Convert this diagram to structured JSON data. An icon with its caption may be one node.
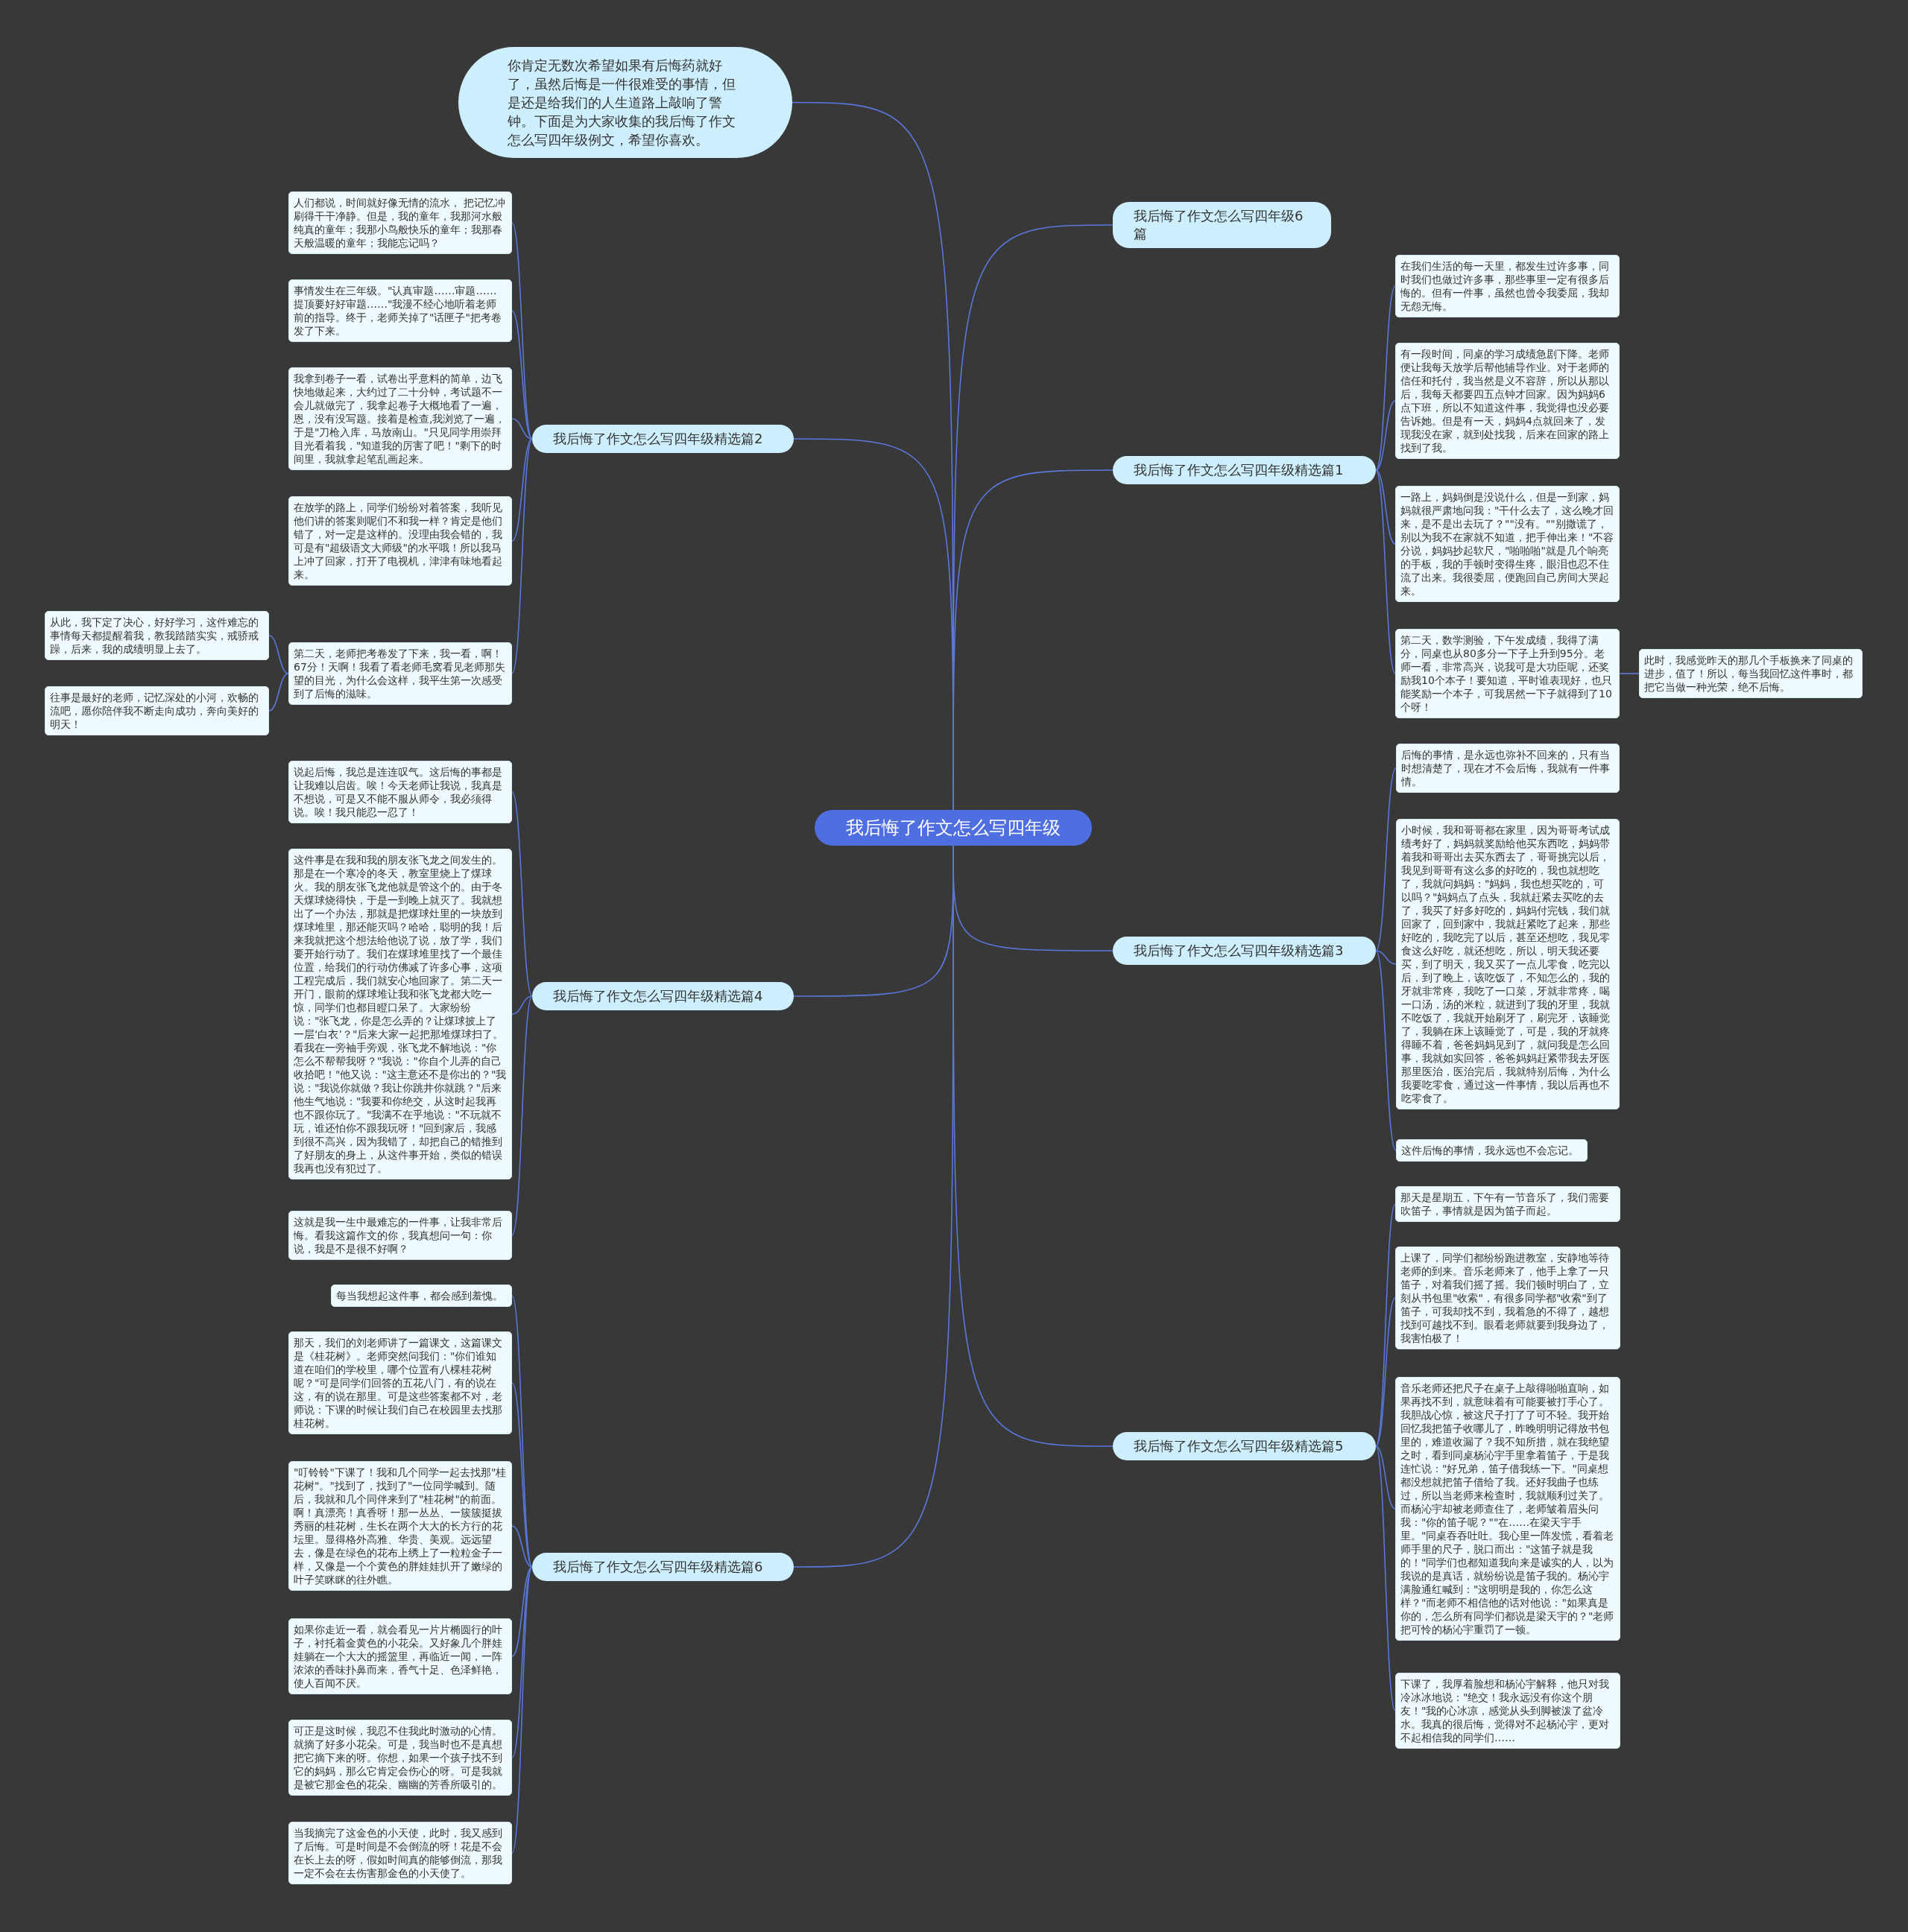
{
  "diagram": {
    "nodes": [
      {
        "text": [
          "我后悔了作文怎么写四年级"
        ]
      },
      {
        "text": [
          "你肯定无数次希望如果有后悔药就好了，虽然后悔是一件很难受的事情，但是还是给我们的人生道路上敲响了警钟。下面是为大家收集的我后悔了作文怎么写四年级例文，希望你喜欢。"
        ]
      },
      {
        "text": [
          "我后悔了作文怎么写四年级6篇"
        ]
      },
      {
        "text": [
          "我后悔了作文怎么写四年级精选篇1"
        ]
      },
      {
        "text": [
          "在我们生活的每一天里，都发生过许多事，同时我们也做过许多事，那些事里一定有很多后悔的。但有一件事，虽然也曾令我委屈，我却无怨无悔。"
        ]
      },
      {
        "text": [
          "有一段时间，同桌的学习成绩急剧下降。老师便让我每天放学后帮他辅导作业。对于老师的信任和托付，我当然是义不容辞，所以从那以后，我每天都要四五点钟才回家。因为妈妈6点下班，所以不知道这件事，我觉得也没必要告诉她。但是有一天，妈妈4点就回来了，发现我没在家，就到处找我，后来在回家的路上找到了我。"
        ]
      },
      {
        "text": [
          "一路上，妈妈倒是没说什么，但是一到家，妈妈就很严肃地问我：\"干什么去了，这么晚才回来，是不是出去玩了？\"\"没有。\"\"别撒谎了，别以为我不在家就不知道，把手伸出来！\"不容分说，妈妈抄起软尺，\"啪啪啪\"就是几个响亮的手板，我的手顿时变得生疼，眼泪也忍不住流了出来。我很委屈，便跑回自己房间大哭起来。"
        ]
      },
      {
        "text": [
          "第二天，数学测验，下午发成绩，我得了满分，同桌也从80多分一下子上升到95分。老师一看，非常高兴，说我可是大功臣呢，还奖励我10个本子！要知道，平时谁表现好，也只能奖励一个本子，可我居然一下子就得到了10个呀！"
        ]
      },
      {
        "text": [
          "此时，我感觉昨天的那几个手板换来了同桌的进步，值了！所以，每当我回忆这件事时，都把它当做一种光荣，绝不后悔。"
        ]
      },
      {
        "text": [
          "我后悔了作文怎么写四年级精选篇2"
        ]
      },
      {
        "text": [
          "人们都说，时间就好像无情的流水， 把记忆冲刷得干干净静。但是，我的童年，我那河水般纯真的童年；我那小鸟般快乐的童年；我那春天般温暖的童年；我能忘记吗？"
        ]
      },
      {
        "text": [
          "事情发生在三年级。\"认真审题……审题……提顶要好好审题……\"我漫不经心地听着老师前的指导。终于，老师关掉了\"话匣子\"把考卷发了下来。"
        ]
      },
      {
        "text": [
          "我拿到卷子一看，试卷出乎意料的简单，边飞快地做起来，大约过了二十分钟，考试题不一会儿就做完了，我拿起卷子大概地看了一遍，恩，没有没写题。接着是检查,我浏览了一遍，于是\"刀枪入库，马放南山。\"只见同学用崇拜目光看着我，\"知道我的厉害了吧！\"剩下的时间里，我就拿起笔乱画起来。"
        ]
      },
      {
        "text": [
          "在放学的路上，同学们纷纷对着答案，我听见他们讲的答案则呢们不和我一样？肯定是他们错了，对一定是这样的。没理由我会错的，我可是有\"超级语文大师级\"的水平哦！所以我马上冲了回家，打开了电视机，津津有味地看起来。"
        ]
      },
      {
        "text": [
          "第二天，老师把考卷发了下来，我一看，啊！67分！天啊！我看了看老师毛窝看见老师那失望的目光，为什么会这样，我平生第一次感受到了后悔的滋味。"
        ]
      },
      {
        "text": [
          "从此，我下定了决心，好好学习，这件难忘的事情每天都提醒着我，教我踏踏实实，戒骄戒躁，后来，我的成绩明显上去了。"
        ]
      },
      {
        "text": [
          "往事是最好的老师，记忆深处的小河，欢畅的流吧，愿你陪伴我不断走向成功，奔向美好的明天！"
        ]
      },
      {
        "text": [
          "我后悔了作文怎么写四年级精选篇3"
        ]
      },
      {
        "text": [
          "后悔的事情，是永远也弥补不回来的，只有当时想清楚了，现在才不会后悔，我就有一件事情。"
        ]
      },
      {
        "text": [
          "小时候，我和哥哥都在家里，因为哥哥考试成绩考好了，妈妈就奖励给他买东西吃，妈妈带着我和哥哥出去买东西去了，哥哥挑完以后，我见到哥哥有这么多的好吃的，我也就想吃了，我就问妈妈：\"妈妈，我也想买吃的，可以吗？\"妈妈点了点头，我就赶紧去买吃的去了，我买了好多好吃的，妈妈付完钱，我们就回家了，回到家中，我就赶紧吃了起来，那些好吃的，我吃完了以后，甚至还想吃，我见零食这么好吃，就还想吃，所以，明天我还要买，到了明天，我又买了一点儿零食，吃完以后，到了晚上，该吃饭了，不知怎么的，我的牙就非常疼，我吃了一口菜，牙就非常疼，喝一口汤，汤的米粒，就进到了我的牙里，我就不吃饭了，我就开始刷牙了，刷完牙，该睡觉了，我躺在床上该睡觉了，可是，我的牙就疼得睡不着，爸爸妈妈见到了，就问我是怎么回事，我就如实回答，爸爸妈妈赶紧带我去牙医那里医治，医治完后，我就特别后悔，为什么我要吃零食，通过这一件事情，我以后再也不吃零食了。"
        ]
      },
      {
        "text": [
          "这件后悔的事情，我永远也不会忘记。"
        ]
      },
      {
        "text": [
          "我后悔了作文怎么写四年级精选篇4"
        ]
      },
      {
        "text": [
          "说起后悔，我总是连连叹气。这后悔的事都是让我难以启齿。唉！今天老师让我说，我真是不想说，可是又不能不服从师令，我必须得说。唉！我只能忍一忍了！"
        ]
      },
      {
        "text": [
          "这件事是在我和我的朋友张飞龙之间发生的。那是在一个寒冷的冬天，教室里烧上了煤球火。我的朋友张飞龙他就是管这个的。由于冬天煤球烧得快，于是一到晚上就灭了。我就想出了一个办法，那就是把煤球灶里的一块放到煤球堆里，那还能灭吗？哈哈，聪明的我！后来我就把这个想法给他说了说，放了学，我们要开始行动了。我们在煤球堆里找了一个最佳位置，给我们的行动仿佛减了许多心事，这项工程完成后，我们就安心地回家了。第二天一开门，眼前的煤球堆让我和张飞龙都大吃一惊，同学们也都目瞪口呆了。大家纷纷说：\"张飞龙，你是怎么弄的？让煤球披上了一层‘白衣’？\"后来大家一起把那堆煤球扫了。看我在一旁袖手旁观，张飞龙不解地说：\"你怎么不帮帮我呀？\"我说：\"你自个儿弄的自己收拾吧！\"他又说：\"这主意还不是你出的？\"我说：\"我说你就做？我让你跳井你就跳？\"后来他生气地说：\"我要和你绝交，从这时起我再也不跟你玩了。\"我满不在乎地说：\"不玩就不玩，谁还怕你不跟我玩呀！\"回到家后，我感到很不高兴，因为我错了，却把自己的错推到了好朋友的身上，从这件事开始，类似的错误我再也没有犯过了。"
        ]
      },
      {
        "text": [
          "这就是我一生中最难忘的一件事，让我非常后悔。看我这篇作文的你，我真想问一句：你说，我是不是很不好啊？"
        ]
      },
      {
        "text": [
          "我后悔了作文怎么写四年级精选篇5"
        ]
      },
      {
        "text": [
          "那天是星期五，下午有一节音乐了，我们需要吹笛子，事情就是因为笛子而起。"
        ]
      },
      {
        "text": [
          "上课了，同学们都纷纷跑进教室，安静地等待老师的到来。音乐老师来了，他手上拿了一只笛子，对着我们摇了摇。我们顿时明白了，立刻从书包里\"收索\"，有很多同学都\"收索\"到了笛子，可我却找不到，我着急的不得了，越想找到可越找不到。眼看老师就要到我身边了，我害怕极了！"
        ]
      },
      {
        "text": [
          "音乐老师还把尺子在桌子上敲得啪啪直响，如果再找不到，就意味着有可能要被打手心了。我胆战心惊，被这尺子打了了可不轻。我开始回忆我把笛子收哪儿了，昨晚明明记得放书包里的，难道收漏了？我不知所措，就在我绝望之时，看到同桌杨沁宇手里拿着笛子，于是我连忙说：\"好兄弟，笛子借我练一下。\"同桌想都没想就把笛子借给了我。还好我曲子也练过，所以当老师来检查时，我就顺利过关了。而杨沁宇却被老师查住了，老师皱着眉头问我：\"你的笛子呢？\"\"在……在梁天宇手里。\"同桌吞吞吐吐。我心里一阵发慌，看着老师手里的尺子，脱口而出：\"这笛子就是我的！\"同学们也都知道我向来是诚实的人，以为我说的是真话，就纷纷说是笛子我的。杨沁宇满脸通红喊到：\"这明明是我的，你怎么这样？\"而老师不相信他的话对他说：\"如果真是你的，怎么所有同学们都说是梁天宇的？\"老师把可怜的杨沁宇重罚了一顿。"
        ]
      },
      {
        "text": [
          "下课了，我厚着脸想和杨沁宇解释，他只对我冷冰冰地说：\"绝交！我永远没有你这个朋友！\"我的心冰凉，感觉从头到脚被泼了盆冷水。我真的很后悔，觉得对不起杨沁宇，更对不起相信我的同学们……"
        ]
      },
      {
        "text": [
          "我后悔了作文怎么写四年级精选篇6"
        ]
      },
      {
        "text": [
          "每当我想起这件事，都会感到羞愧。"
        ]
      },
      {
        "text": [
          "那天，我们的刘老师讲了一篇课文，这篇课文是《桂花树》。老师突然问我们：\"你们谁知道在咱们的学校里，哪个位置有八棵桂花树呢？\"可是同学们回答的五花八门，有的说在这，有的说在那里。可是这些答案都不对，老师说：下课的时候让我们自己在校园里去找那桂花树。"
        ]
      },
      {
        "text": [
          "\"叮铃铃\"下课了！我和几个同学一起去找那\"桂花树\"。\"找到了，找到了\"一位同学喊到。随后，我就和几个同伴来到了\"桂花树\"的前面。啊！真漂亮！真香呀！那一丛丛、一簇簇挺拔秀丽的桂花树，生长在两个大大的长方行的花坛里。显得格外高雅、华贵、美观。远远望去，像是在绿色的花布上绣上了一粒粒金子一样，又像是一个个黄色的胖娃娃扒开了嫩绿的叶子笑眯眯的往外瞧。"
        ]
      },
      {
        "text": [
          "如果你走近一看，就会看见一片片椭圆行的叶子，衬托着金黄色的小花朵。又好象几个胖娃娃躺在一个大大的摇篮里，再临近一闻，一阵浓浓的香味扑鼻而来，香气十足、色泽鲜艳，使人百闻不厌。"
        ]
      },
      {
        "text": [
          "可正是这时候，我忍不住我此时激动的心情。就摘了好多小花朵。可是，我当时也不是真想把它摘下来的呀。你想，如果一个孩子找不到它的妈妈，那么它肯定会伤心的呀。可是我就是被它那金色的花朵、幽幽的芳香所吸引的。"
        ]
      },
      {
        "text": [
          "当我摘完了这金色的小天使，此时，我又感到了后悔。可是时间是不会倒流的呀！花是不会在长上去的呀，假如时间真的能够倒流，那我一定不会在去伤害那金色的小天使了。"
        ]
      }
    ],
    "edges": [
      {
        "from": 0,
        "to": 1,
        "arrow": "none"
      },
      {
        "from": 0,
        "to": 2,
        "arrow": "none"
      },
      {
        "from": 0,
        "to": 3,
        "arrow": "none"
      },
      {
        "from": 3,
        "to": 4,
        "arrow": "none"
      },
      {
        "from": 3,
        "to": 5,
        "arrow": "none"
      },
      {
        "from": 3,
        "to": 6,
        "arrow": "none"
      },
      {
        "from": 3,
        "to": 7,
        "arrow": "none"
      },
      {
        "from": 7,
        "to": 8,
        "arrow": "none"
      },
      {
        "from": 0,
        "to": 9,
        "arrow": "none"
      },
      {
        "from": 9,
        "to": 10,
        "arrow": "none"
      },
      {
        "from": 9,
        "to": 11,
        "arrow": "none"
      },
      {
        "from": 9,
        "to": 12,
        "arrow": "none"
      },
      {
        "from": 9,
        "to": 13,
        "arrow": "none"
      },
      {
        "from": 9,
        "to": 14,
        "arrow": "none"
      },
      {
        "from": 14,
        "to": 15,
        "arrow": "none"
      },
      {
        "from": 14,
        "to": 16,
        "arrow": "none"
      },
      {
        "from": 0,
        "to": 17,
        "arrow": "none"
      },
      {
        "from": 17,
        "to": 18,
        "arrow": "none"
      },
      {
        "from": 17,
        "to": 19,
        "arrow": "none"
      },
      {
        "from": 17,
        "to": 20,
        "arrow": "none"
      },
      {
        "from": 0,
        "to": 21,
        "arrow": "none"
      },
      {
        "from": 21,
        "to": 22,
        "arrow": "none"
      },
      {
        "from": 21,
        "to": 23,
        "arrow": "none"
      },
      {
        "from": 21,
        "to": 24,
        "arrow": "none"
      },
      {
        "from": 0,
        "to": 25,
        "arrow": "none"
      },
      {
        "from": 25,
        "to": 26,
        "arrow": "none"
      },
      {
        "from": 25,
        "to": 27,
        "arrow": "none"
      },
      {
        "from": 25,
        "to": 28,
        "arrow": "none"
      },
      {
        "from": 25,
        "to": 29,
        "arrow": "none"
      },
      {
        "from": 0,
        "to": 30,
        "arrow": "none"
      },
      {
        "from": 30,
        "to": 31,
        "arrow": "none"
      },
      {
        "from": 30,
        "to": 32,
        "arrow": "none"
      },
      {
        "from": 30,
        "to": 33,
        "arrow": "none"
      },
      {
        "from": 30,
        "to": 34,
        "arrow": "none"
      },
      {
        "from": 30,
        "to": 35,
        "arrow": "none"
      },
      {
        "from": 30,
        "to": 36,
        "arrow": "none"
      }
    ]
  }
}
